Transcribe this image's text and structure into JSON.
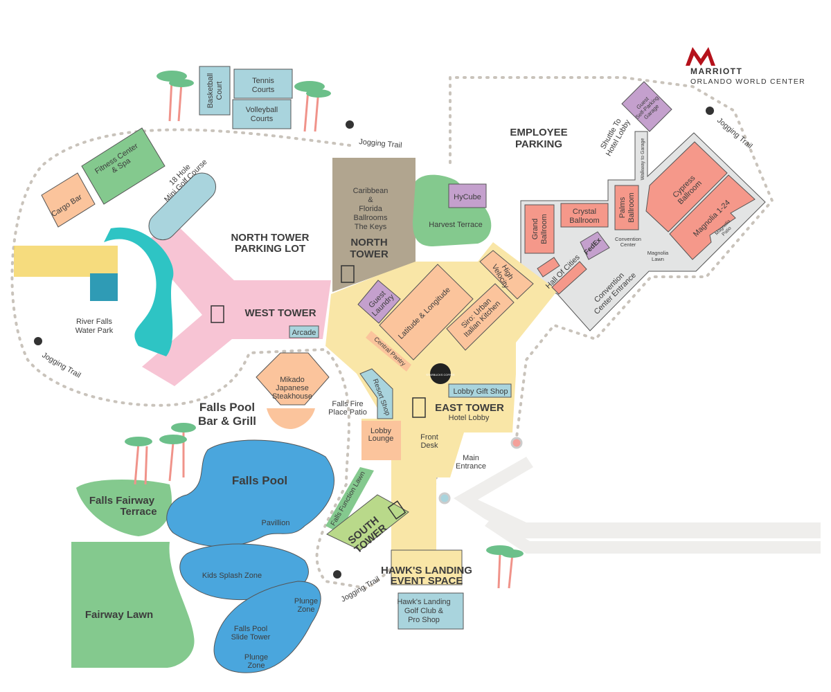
{
  "brand": {
    "name": "MARRIOTT",
    "sub": "ORLANDO WORLD CENTER",
    "color": "#b5121b"
  },
  "colors": {
    "tower_pink": "#f7c4d4",
    "north_tower": "#b1a58f",
    "lobby_yellow": "#f9e6a7",
    "restaurant": "#fbc49c",
    "ballroom": "#f5988a",
    "service_purple": "#c4a0cd",
    "shop_blue": "#a9d4dd",
    "lawn_green": "#84c98e",
    "pool_blue": "#4aa6dd",
    "convention_gray": "#e3e4e4",
    "south_tower": "#b9d98a"
  },
  "labels": {
    "basketball": [
      "Basketball",
      "Court"
    ],
    "tennis": [
      "Tennis",
      "Courts"
    ],
    "volleyball": [
      "Volleyball",
      "Courts"
    ],
    "jogging": "Jogging Trail",
    "employee_parking": [
      "EMPLOYEE",
      "PARKING"
    ],
    "shuttle": [
      "Shuttle To",
      "Hotel Lobby"
    ],
    "garage": [
      "Guest",
      "Self-Parking",
      "Garage"
    ],
    "walkway": "Walkway to Garage",
    "fitness": [
      "Fitness Center",
      "& Spa"
    ],
    "cargo_bar": "Cargo Bar",
    "mini_golf": [
      "18 Hole",
      "Mini Golf Course"
    ],
    "north_parking": [
      "NORTH TOWER",
      "PARKING LOT"
    ],
    "caribbean": [
      "Caribbean",
      "&",
      "Florida",
      "Ballrooms",
      "The Keys"
    ],
    "north_tower": [
      "NORTH",
      "TOWER"
    ],
    "hycube": "HyCube",
    "harvest": "Harvest Terrace",
    "grand": [
      "Grand",
      "Ballroom"
    ],
    "crystal": [
      "Crystal",
      "Ballroom"
    ],
    "palms": [
      "Palms",
      "Ballroom"
    ],
    "cypress": [
      "Cypress",
      "Ballroom"
    ],
    "magnolia": "Magnolia 1-24",
    "magnolia_patio": [
      "Magnolia",
      "Patio"
    ],
    "convention_center": [
      "Convention",
      "Center"
    ],
    "magnolia_lawn": [
      "Magnolia",
      "Lawn"
    ],
    "fedex": "FedEx",
    "hall_of_cities": "Hall Of Cities",
    "convention_entrance": [
      "Convention",
      "Center Entrance"
    ],
    "high_velocity": [
      "High",
      "Velocity"
    ],
    "guest_laundry": [
      "Guest",
      "Laundry"
    ],
    "latitude": "Latitude & Longitude",
    "siro": [
      "Siro: Urban",
      "Italian Kitchen"
    ],
    "central_pantry": "Central Pantry",
    "west_tower": "WEST TOWER",
    "arcade": "Arcade",
    "river_falls": [
      "River Falls",
      "Water Park"
    ],
    "mikado": [
      "Mikado",
      "Japanese",
      "Steakhouse"
    ],
    "fire_place": [
      "Falls Fire",
      "Place Patio"
    ],
    "resort_shop": "Resort Shop",
    "starbucks": "STARBUCKS COFFEE",
    "gift_shop": "Lobby Gift Shop",
    "east_tower": "EAST TOWER",
    "hotel_lobby": "Hotel Lobby",
    "front_desk": [
      "Front",
      "Desk"
    ],
    "lobby_lounge": [
      "Lobby",
      "Lounge"
    ],
    "main_entrance": [
      "Main",
      "Entrance"
    ],
    "pool_bar": [
      "Falls Pool",
      "Bar & Grill"
    ],
    "falls_pool": "Falls Pool",
    "pavillion": "Pavillion",
    "fairway_terrace": [
      "Falls Fairway",
      "Terrace"
    ],
    "fairway_lawn": "Fairway Lawn",
    "kids_splash": "Kids Splash Zone",
    "plunge_zone": [
      "Plunge",
      "Zone"
    ],
    "slide_tower": [
      "Falls Pool",
      "Slide Tower"
    ],
    "function_lawn": "Falls Function Lawn",
    "south_tower": [
      "SOUTH",
      "TOWER"
    ],
    "hawks_landing": [
      "HAWK'S LANDING",
      "EVENT SPACE"
    ],
    "golf_club": [
      "Hawk's Landing",
      "Golf Club &",
      "Pro Shop"
    ]
  }
}
